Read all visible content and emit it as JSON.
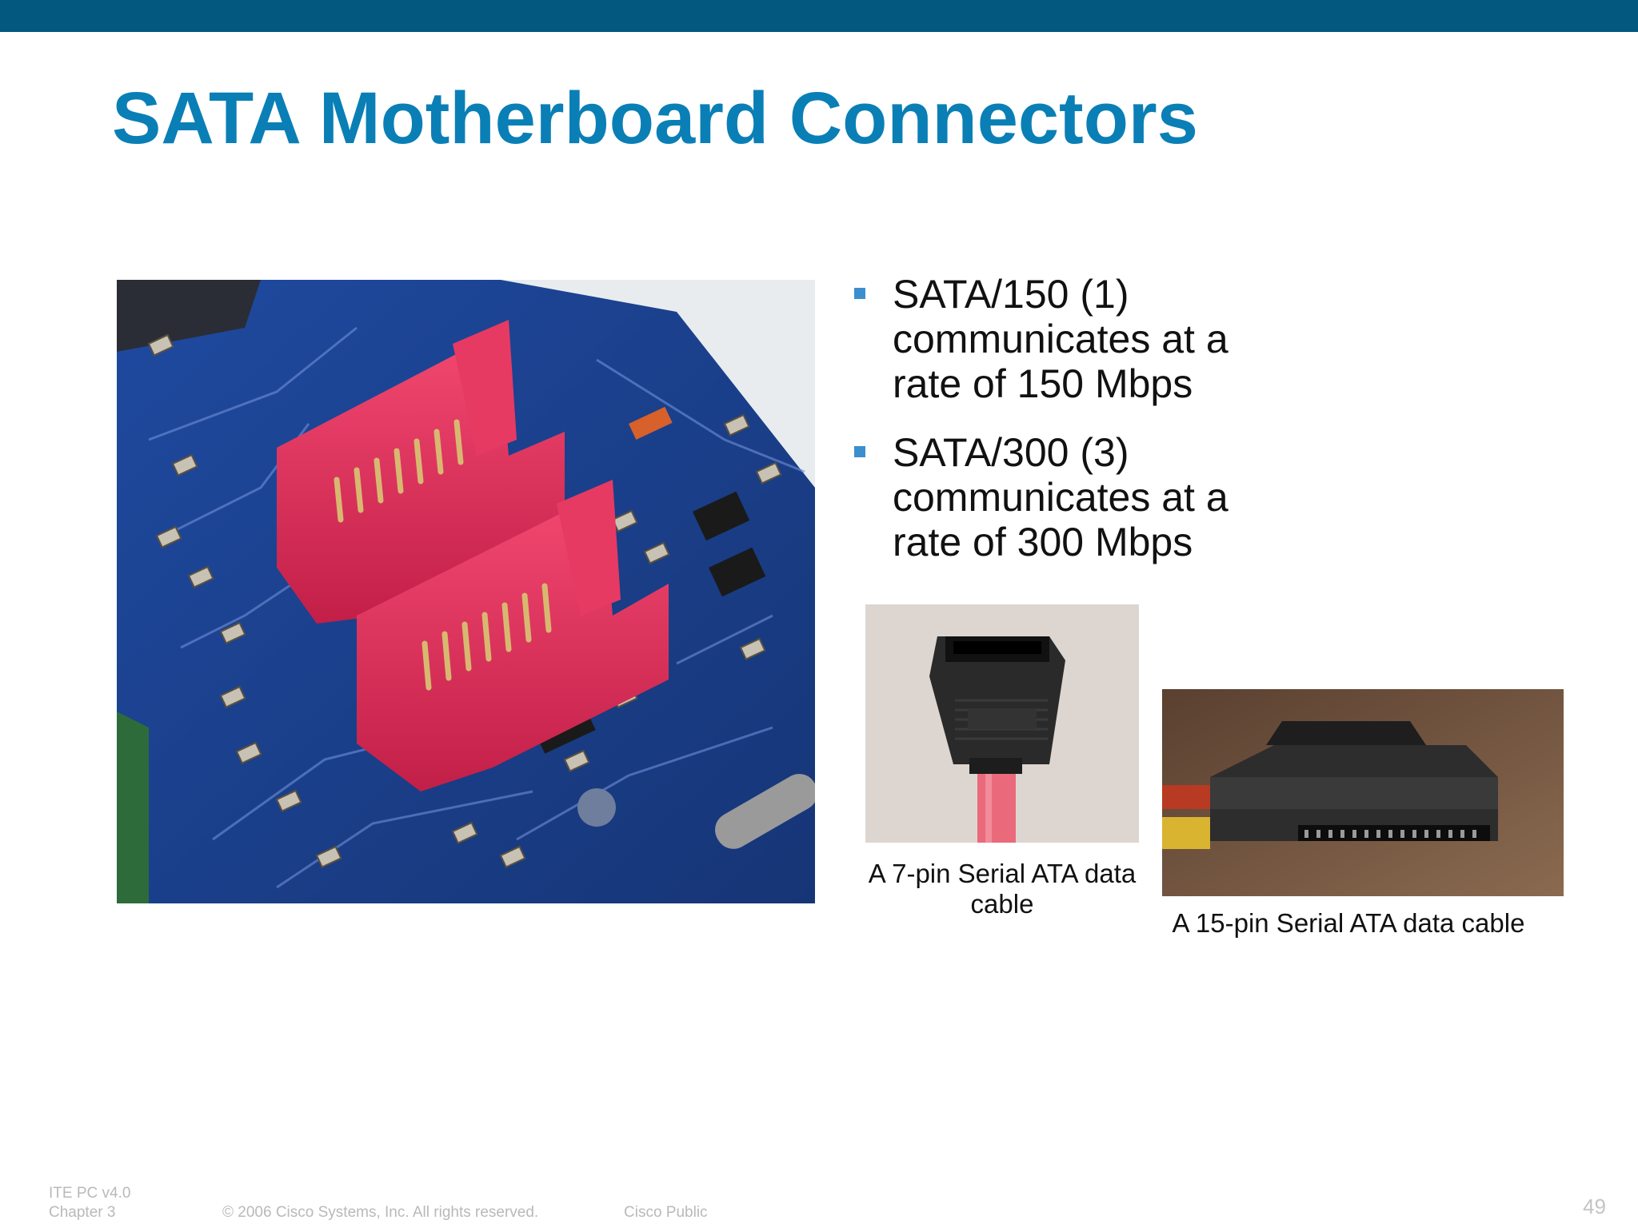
{
  "slide": {
    "title": "SATA Motherboard Connectors",
    "bullets": [
      "SATA/150 (1) communicates at a rate of 150 Mbps",
      "SATA/300 (3) communicates at a rate of 300 Mbps"
    ],
    "images": {
      "main_alt": "SATA connectors on motherboard",
      "cable7_caption": "A 7-pin Serial ATA data cable",
      "cable15_caption": "A 15-pin Serial ATA data cable"
    }
  },
  "footer": {
    "course": "ITE PC v4.0",
    "chapter": "Chapter 3",
    "copyright": "© 2006 Cisco Systems, Inc. All rights reserved.",
    "classification": "Cisco Public",
    "page_number": "49"
  },
  "colors": {
    "top_bar": "#03587f",
    "title": "#0a7fb6",
    "bullet": "#3b8fcf",
    "pcb": "#1d3f8f",
    "connector": "#e0305a"
  }
}
